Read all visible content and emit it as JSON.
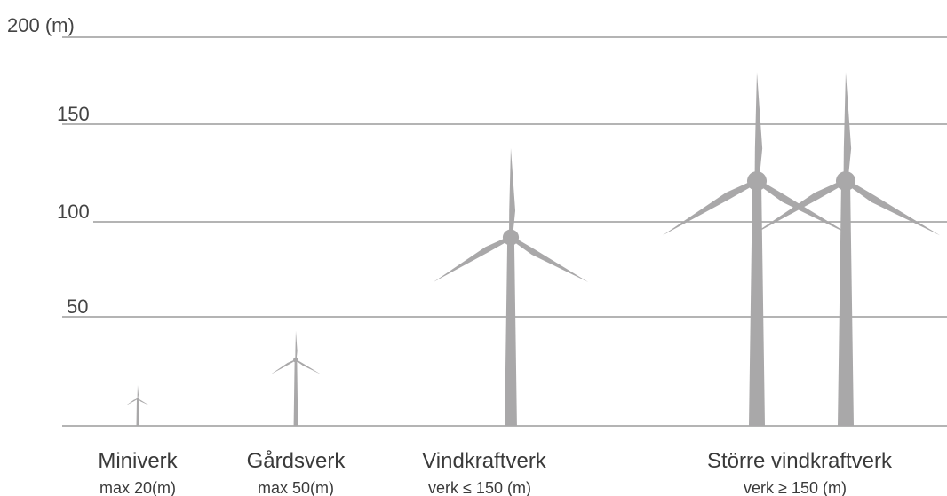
{
  "colors": {
    "turbine": "#a9a8a9",
    "grid": "#9b9b9b",
    "text": "#3a3a3a"
  },
  "axis": {
    "unit_label": "200 (m)",
    "ticks": [
      {
        "value": 150,
        "label": "150"
      },
      {
        "value": 100,
        "label": "100"
      },
      {
        "value": 50,
        "label": "50"
      }
    ],
    "max": 200,
    "min": 0
  },
  "categories": [
    {
      "name": "Miniverk",
      "sub": "max 20(m)"
    },
    {
      "name": "Gårdsverk",
      "sub": "max 50(m)"
    },
    {
      "name": "Vindkraftverk",
      "sub": "verk ≤ 150 (m)"
    },
    {
      "name": "Större vindkraftverk",
      "sub": "verk ≥ 150 (m)"
    }
  ],
  "turbines": [
    {
      "category": "Miniverk",
      "hub_height_m": 14,
      "rotor_radius_m": 7
    },
    {
      "category": "Gårdsverk",
      "hub_height_m": 34,
      "rotor_radius_m": 15
    },
    {
      "category": "Vindkraftverk",
      "hub_height_m": 97,
      "rotor_radius_m": 46
    },
    {
      "category": "Större vindkraftverk",
      "hub_height_m": 126,
      "rotor_radius_m": 56
    },
    {
      "category": "Större vindkraftverk",
      "hub_height_m": 126,
      "rotor_radius_m": 56
    }
  ]
}
